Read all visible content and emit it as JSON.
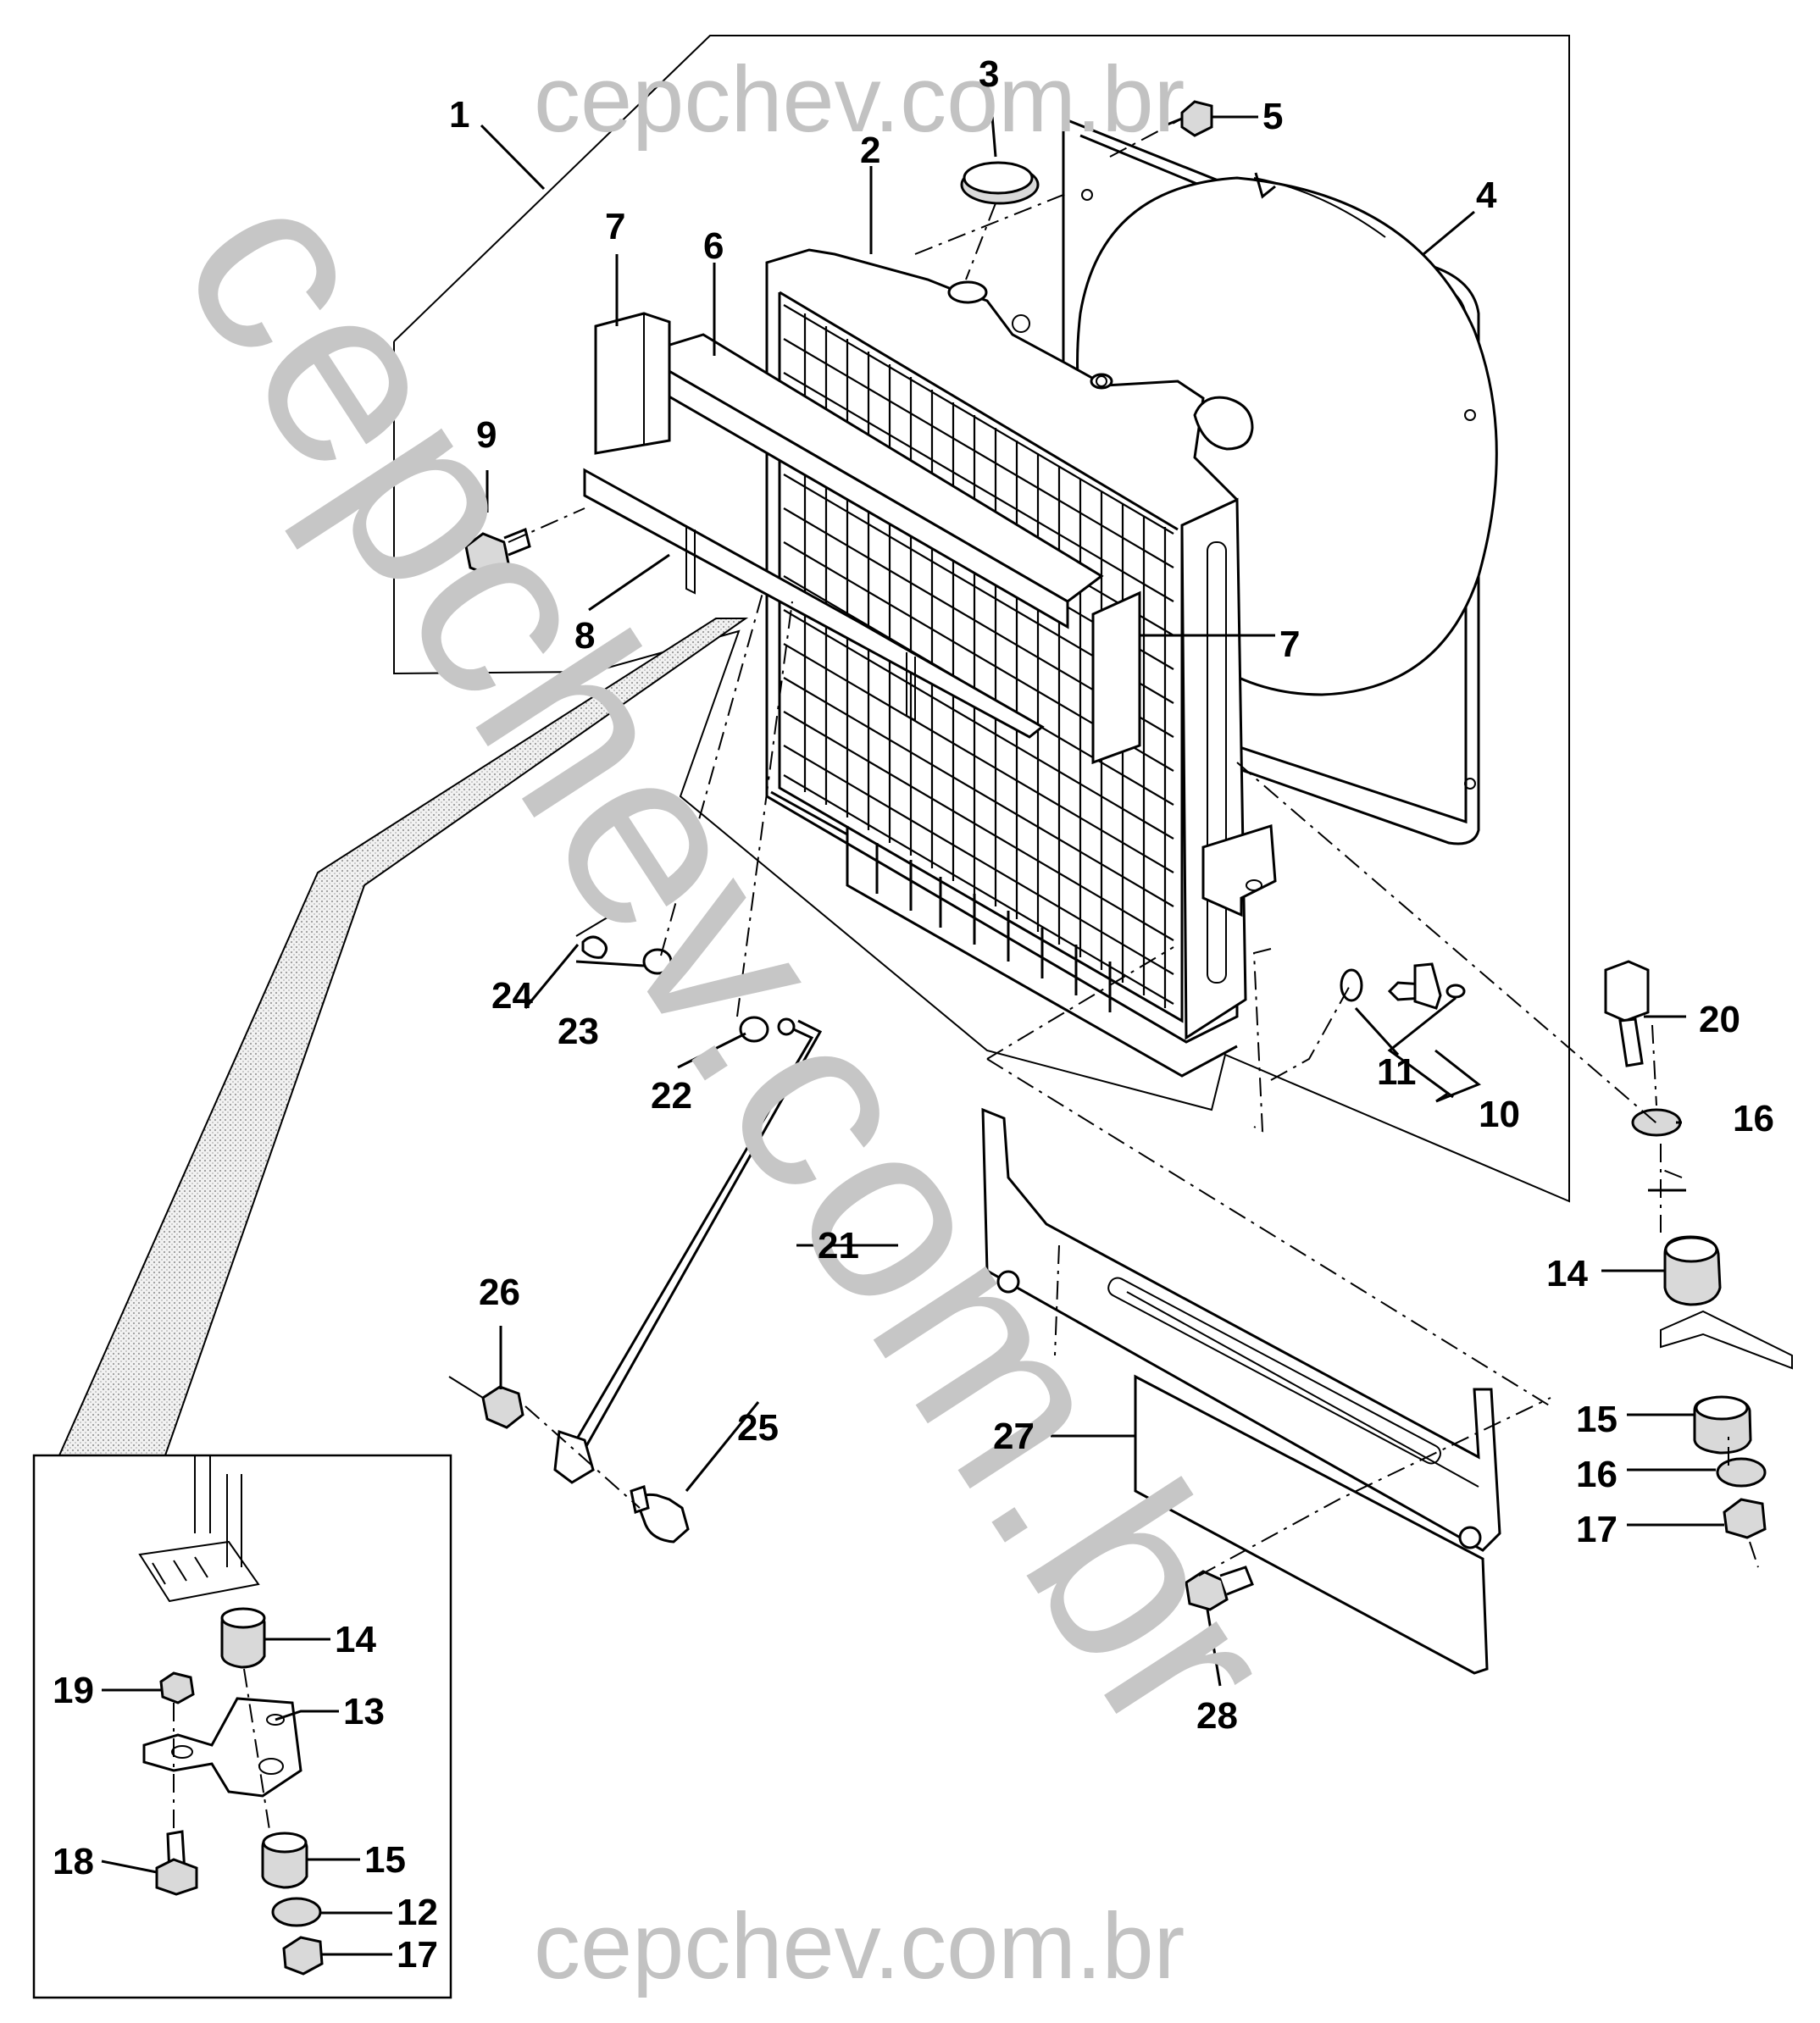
{
  "watermark": {
    "top": "cepchev.com.br",
    "bottom": "cepchev.com.br",
    "diagonal": "cepchev.com.br"
  },
  "callouts": [
    "1",
    "2",
    "3",
    "4",
    "5",
    "6",
    "7",
    "7",
    "8",
    "9",
    "10",
    "11",
    "14",
    "15",
    "16",
    "16",
    "17",
    "20",
    "21",
    "22",
    "23",
    "24",
    "25",
    "26",
    "27",
    "28"
  ],
  "inset_callouts": [
    "12",
    "13",
    "14",
    "15",
    "17",
    "18",
    "19"
  ]
}
